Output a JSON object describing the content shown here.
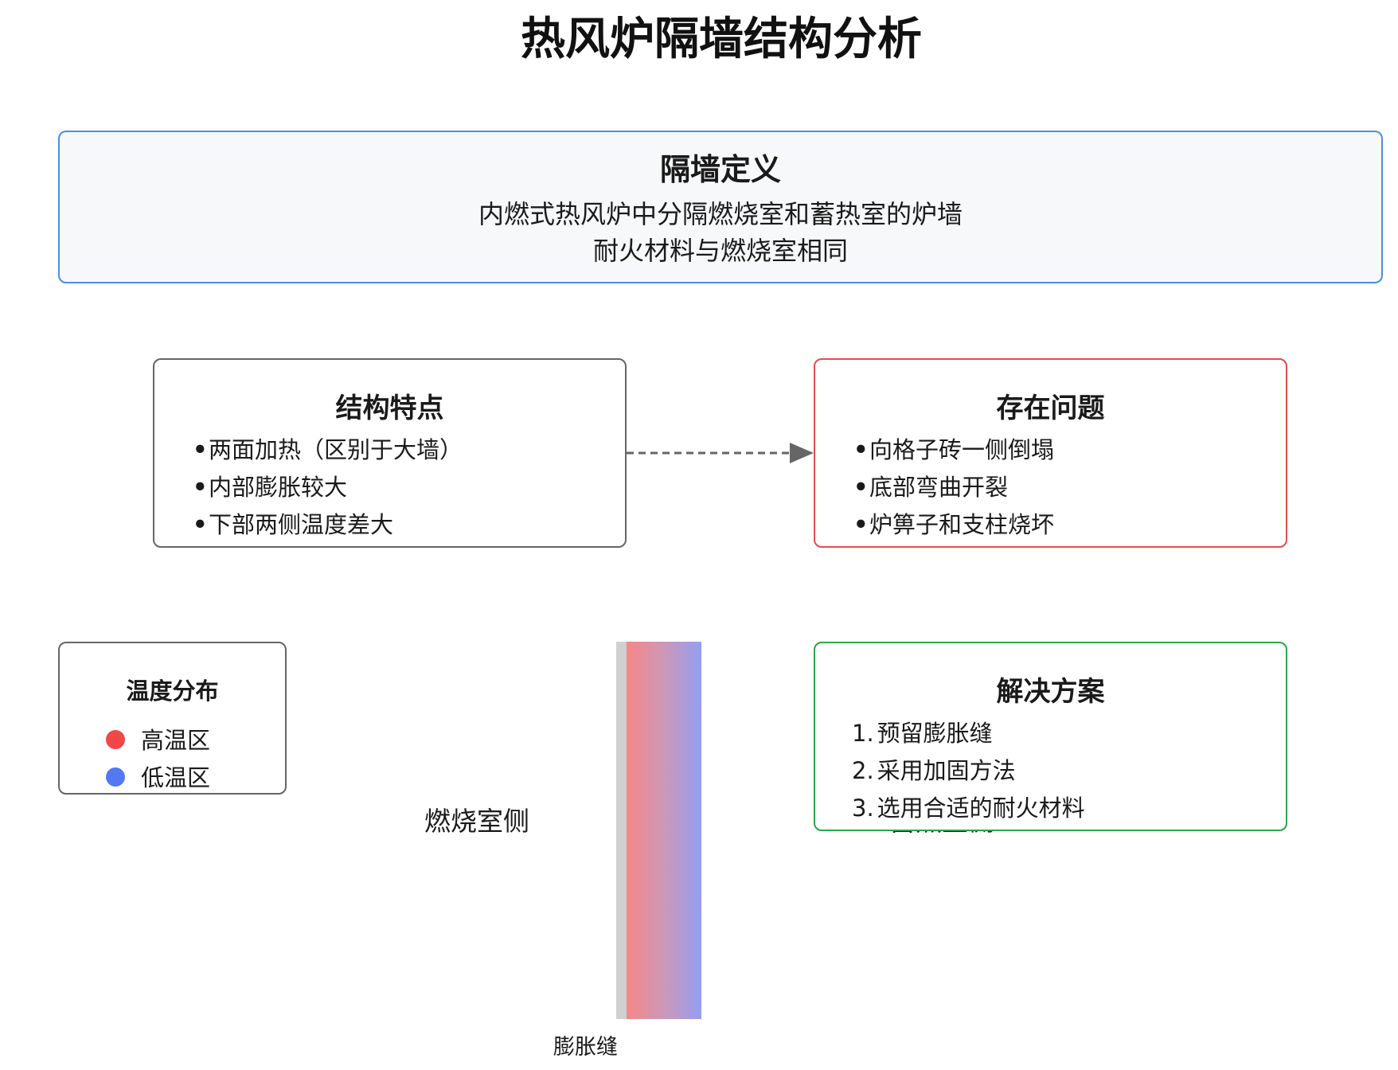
{
  "title": "热风炉隔墙结构分析",
  "definition": {
    "title": "隔墙定义",
    "lines": [
      "内燃式热风炉中分隔燃烧室和蓄热室的炉墙",
      "耐火材料与燃烧室相同"
    ]
  },
  "features": {
    "title": "结构特点",
    "items": [
      "两面加热（区别于大墙）",
      "内部膨胀较大",
      "下部两侧温度差大"
    ]
  },
  "problems": {
    "title": "存在问题",
    "items": [
      "向格子砖一侧倒塌",
      "底部弯曲开裂",
      "炉箅子和支柱烧坏"
    ]
  },
  "solutions": {
    "title": "解决方案",
    "items": [
      {
        "num": "1.",
        "text": "预留膨胀缝"
      },
      {
        "num": "2.",
        "text": "采用加固方法"
      },
      {
        "num": "3.",
        "text": "选用合适的耐火材料"
      }
    ]
  },
  "legend": {
    "title": "温度分布",
    "items": [
      {
        "label": "高温区",
        "color": "#f04848"
      },
      {
        "label": "低温区",
        "color": "#5279f2"
      }
    ]
  },
  "wall": {
    "left_label": "燃烧室侧",
    "right_label": "蓄热室侧",
    "joint_label": "膨胀缝",
    "gradient_colors": [
      "#f78787",
      "#949ef2"
    ]
  },
  "bullet": "•"
}
